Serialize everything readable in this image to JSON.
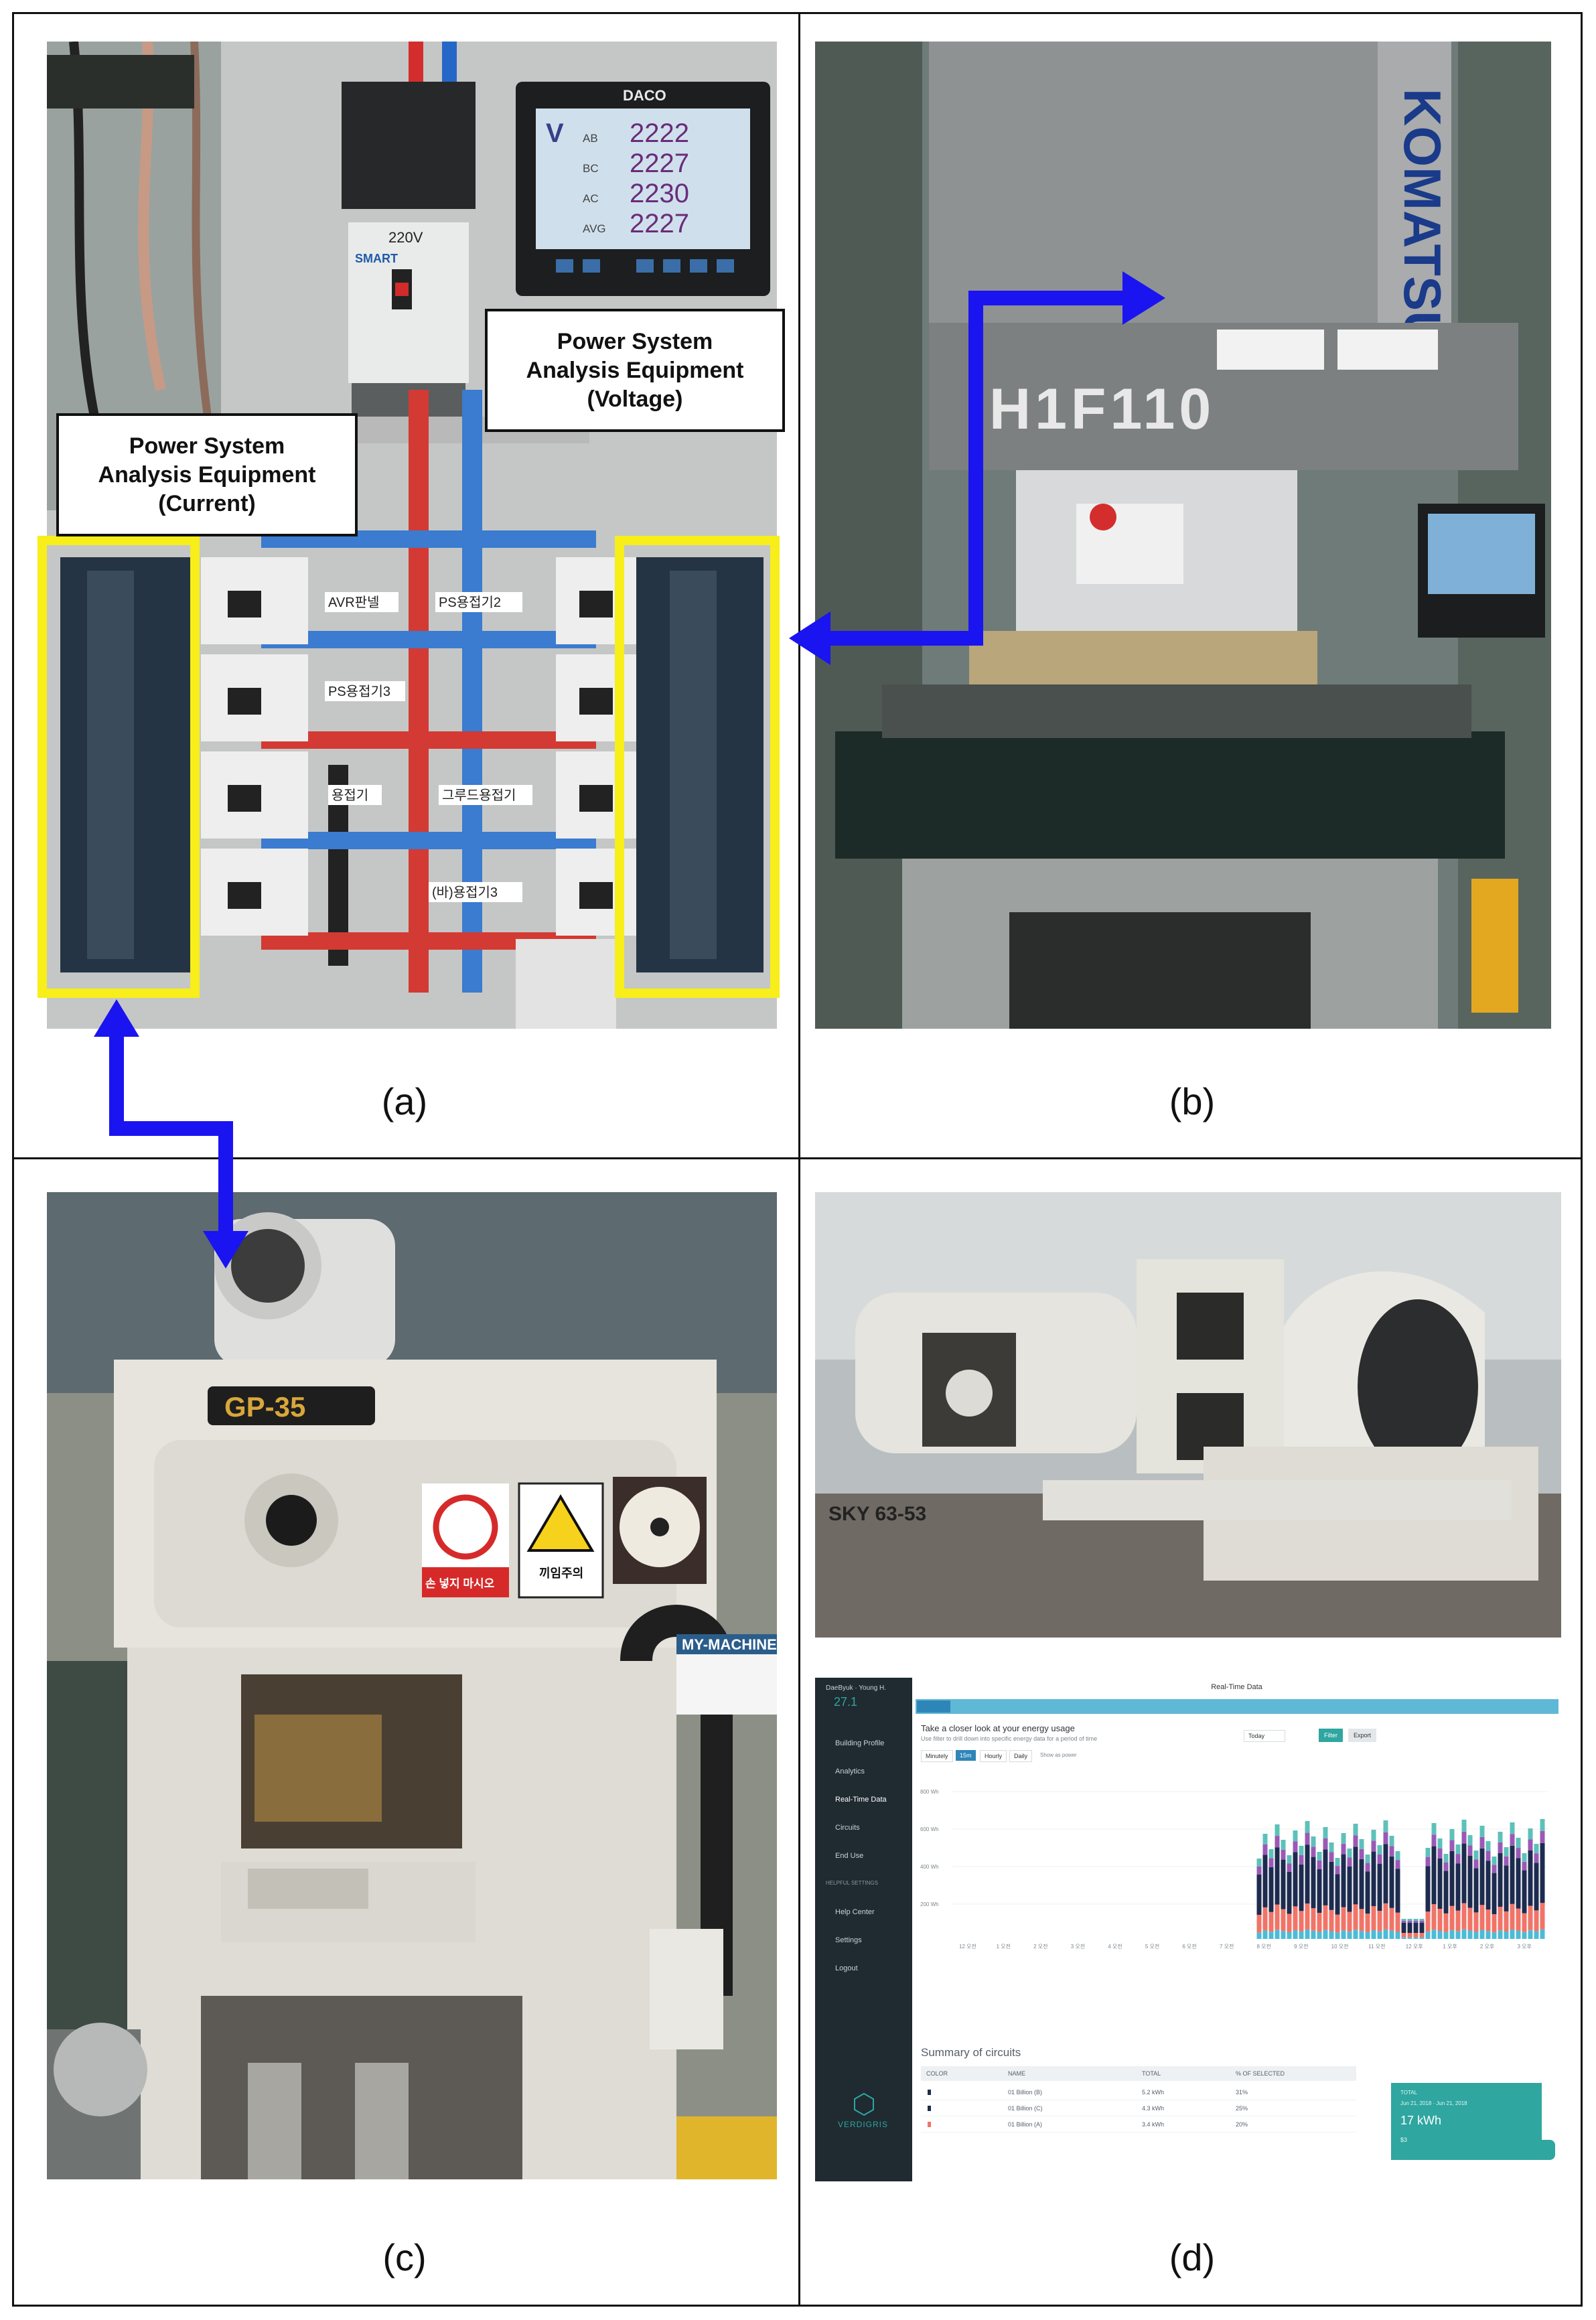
{
  "panels": {
    "a": {
      "caption": "(a)",
      "callout_current": [
        "Power System",
        "Analysis Equipment",
        "(Current)"
      ],
      "callout_voltage": [
        "Power System",
        "Analysis Equipment",
        "(Voltage)"
      ],
      "meter_brand": "DACO",
      "meter_readings": [
        "2222",
        "2227",
        "2230",
        "2227"
      ],
      "meter_labels": [
        "AB",
        "BC",
        "AC",
        "AVG"
      ],
      "breaker_label": "220V",
      "breaker_brand": "SMART",
      "bus_labels": [
        "AVR판넬",
        "PS용접기2",
        "PS용접기3",
        "용접기",
        "그루드용접기",
        "(바)용접기3"
      ]
    },
    "b": {
      "caption": "(b)",
      "machine_brand": "KOMATSU",
      "machine_model": "H1F110"
    },
    "c": {
      "caption": "(c)",
      "machine_model": "GP-35",
      "warning_sign_1": "손 넣지 마시오",
      "warning_sign_2": "끼임주의",
      "side_sign": "MY-MACHINE"
    },
    "d": {
      "caption": "(d)",
      "motor_label": "SKY 63-53",
      "dashboard": {
        "user": "DaeByuk · Young H.",
        "value": "27.1",
        "page_title": "Real-Time Data",
        "headline": "Take a closer look at your energy usage",
        "subline": "Use filter to drill down into specific energy data for a period of time",
        "view_tabs": [
          "Minutely",
          "15m",
          "Hourly",
          "Daily"
        ],
        "toggle": "Show as power",
        "date_button": "Today",
        "filter_button": "Filter",
        "export_button": "Export",
        "sidebar_items": [
          "Building Profile",
          "Analytics",
          "Real-Time Data",
          "Circuits",
          "End Use"
        ],
        "sidebar_section": "HELPFUL SETTINGS",
        "sidebar_lower": [
          "Help Center",
          "Settings",
          "Logout"
        ],
        "brand": "VERDIGRIS",
        "y_ticks": [
          "800 Wh",
          "600 Wh",
          "400 Wh",
          "200 Wh"
        ],
        "x_ticks": [
          "12 오전",
          "1 오전",
          "2 오전",
          "3 오전",
          "4 오전",
          "5 오전",
          "6 오전",
          "7 오전",
          "8 오전",
          "9 오전",
          "10 오전",
          "11 오전",
          "12 오후",
          "1 오후",
          "2 오후",
          "3 오후"
        ],
        "summary_title": "Summary of circuits",
        "table_headers": [
          "COLOR",
          "NAME",
          "TOTAL",
          "% OF SELECTED"
        ],
        "table_rows": [
          {
            "color": "#1d2b4f",
            "name": "01 Billion (B)",
            "total": "5.2 kWh",
            "pct": "31%"
          },
          {
            "color": "#1d2b4f",
            "name": "01 Billion (C)",
            "total": "4.3 kWh",
            "pct": "25%"
          },
          {
            "color": "#f07468",
            "name": "01 Billion (A)",
            "total": "3.4 kWh",
            "pct": "20%"
          }
        ],
        "total_card": {
          "title": "TOTAL",
          "dates": "Jun 21, 2018 · Jun 21, 2018",
          "value": "17 kWh",
          "sub": "$3"
        }
      }
    }
  },
  "colors": {
    "arrow": "#1a14f0",
    "highlight": "#f7ee1a",
    "dash_accent": "#2fa6a0",
    "dash_sidebar": "#1f2a31"
  }
}
